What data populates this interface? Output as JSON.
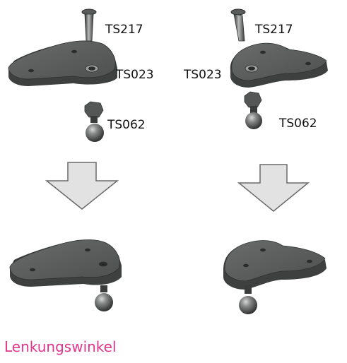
{
  "assembly_left": {
    "parts": [
      {
        "id": "TS217"
      },
      {
        "id": "TS023"
      },
      {
        "id": "TS062"
      }
    ]
  },
  "assembly_right": {
    "parts": [
      {
        "id": "TS217"
      },
      {
        "id": "TS023"
      },
      {
        "id": "TS062"
      }
    ]
  },
  "caption": {
    "text": "Lenkungswinkel",
    "color": "#e0368a"
  },
  "colors": {
    "part_dark": "#4a4c4c",
    "part_top": "#5e6060",
    "part_edge": "#2e3030",
    "arrow_fill": "#e2e2e2",
    "arrow_stroke": "#6a6a6a",
    "label": "#111111"
  }
}
